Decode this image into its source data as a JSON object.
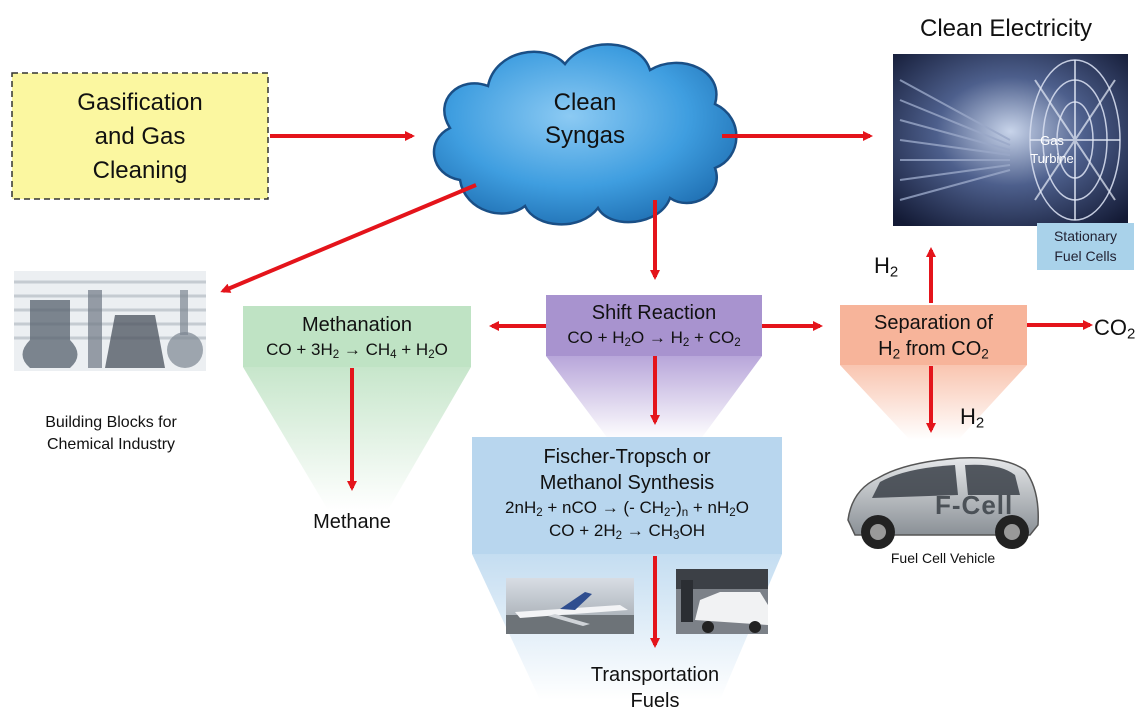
{
  "gasification": {
    "line1": "Gasification",
    "line2": "and Gas",
    "line3": "Cleaning"
  },
  "syngas": {
    "line1": "Clean",
    "line2": "Syngas"
  },
  "electricity": {
    "title": "Clean Electricity",
    "turbine_l1": "Gas",
    "turbine_l2": "Turbine",
    "fuelcells_l1": "Stationary",
    "fuelcells_l2": "Fuel Cells"
  },
  "chemicals": {
    "line1": "Building Blocks for",
    "line2": "Chemical Industry"
  },
  "methanation": {
    "title": "Methanation",
    "eq": {
      "a": "CO + 3H",
      "s1": "2",
      "b": " → CH",
      "s2": "4",
      "c": " + H",
      "s3": "2",
      "d": "O"
    },
    "product": "Methane"
  },
  "shift": {
    "title": "Shift Reaction",
    "eq": {
      "a": "CO + H",
      "s1": "2",
      "b": "O → H",
      "s2": "2",
      "c": " + CO",
      "s3": "2"
    }
  },
  "separation": {
    "l1": "Separation of",
    "a": "H",
    "s1": "2",
    "b": " from CO",
    "s2": "2"
  },
  "outputs": {
    "h2_top": "H",
    "h2_top_sub": "2",
    "h2_down": "H",
    "h2_down_sub": "2",
    "co2": "CO",
    "co2_sub": "2"
  },
  "fischer": {
    "l1": "Fischer-Tropsch or",
    "l2": "Methanol Synthesis",
    "eq1": {
      "a": "2nH",
      "s1": "2",
      "b": " + nCO → (- CH",
      "s2": "2",
      "c": "-)",
      "s3": "n",
      "d": " + nH",
      "s4": "2",
      "e": "O"
    },
    "eq2": {
      "a": "CO + 2H",
      "s1": "2",
      "b": " → CH",
      "s2": "3",
      "c": "OH"
    }
  },
  "transport": {
    "l1": "Transportation",
    "l2": "Fuels"
  },
  "vehicle": {
    "caption": "Fuel Cell Vehicle",
    "badge": "F-Cell"
  },
  "colors": {
    "arrow": "#e4141b",
    "gasification_fill": "#fbf7a0",
    "syngas_fill": "#3f9ee0",
    "methanation_fill": "#bfe3c4",
    "shift_fill": "#a893cf",
    "separation_fill": "#f7b49a",
    "fischer_fill": "#b8d6ee",
    "fuelcells_fill": "#a9d2ea"
  }
}
